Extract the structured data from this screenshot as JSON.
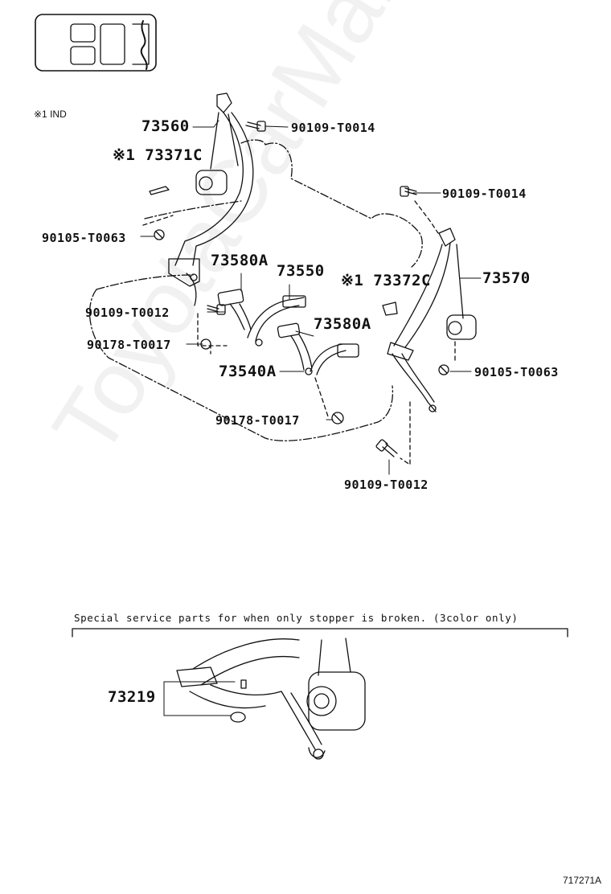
{
  "note_ind": "※1 IND",
  "part_labels": {
    "p73560": "73560",
    "p73371c": "※1 73371C",
    "p90109_t0014_a": "90109-T0014",
    "p90109_t0014_b": "90109-T0014",
    "p90105_t0063_a": "90105-T0063",
    "p90105_t0063_b": "90105-T0063",
    "p73580a_a": "73580A",
    "p73580a_b": "73580A",
    "p73550": "73550",
    "p73372c": "※1 73372C",
    "p73570": "73570",
    "p90109_t0012_a": "90109-T0012",
    "p90109_t0012_b": "90109-T0012",
    "p90178_t0017_a": "90178-T0017",
    "p90178_t0017_b": "90178-T0017",
    "p73540a": "73540A",
    "p73219": "73219"
  },
  "special_note": "Special service parts for when only stopper is broken. (3color only)",
  "figure_code": "717271A",
  "watermark": "ToyotaCarMart.ru"
}
